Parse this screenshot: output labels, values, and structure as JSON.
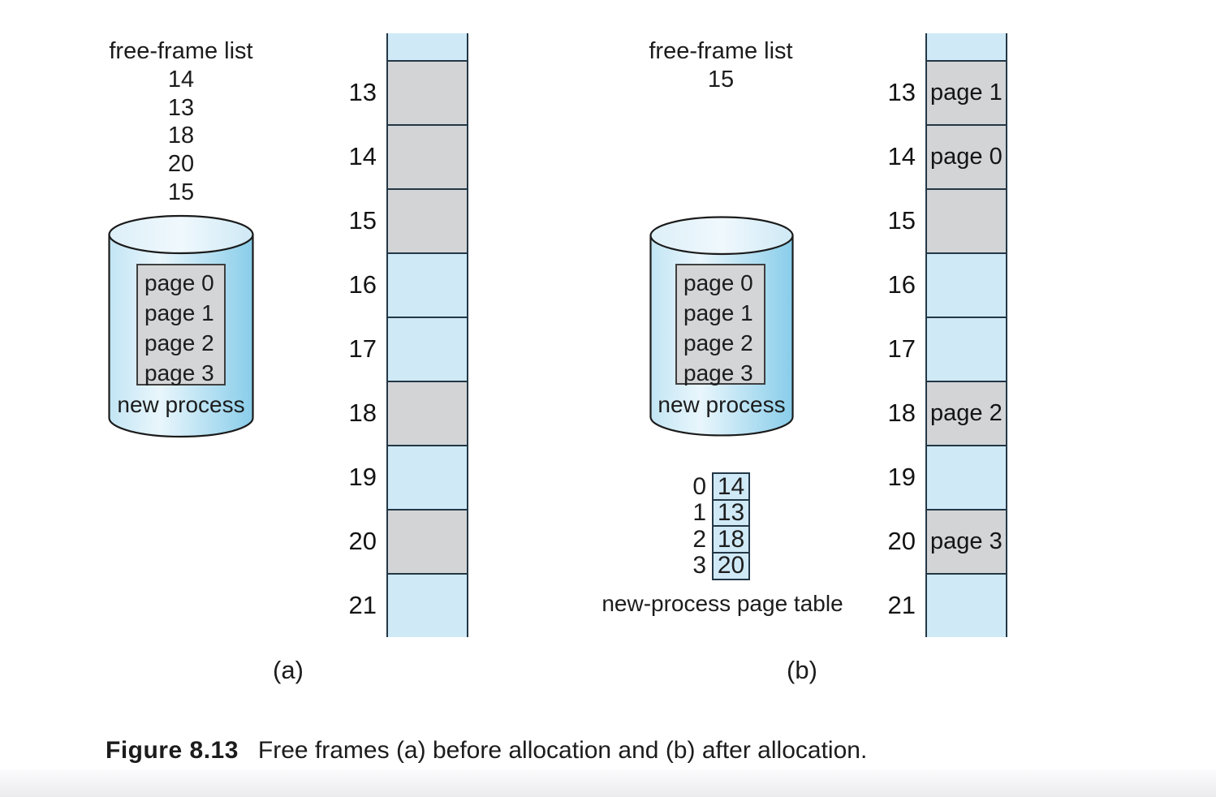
{
  "colors": {
    "frame_blue": "#cfe9f7",
    "frame_gray": "#d3d4d6",
    "frame_border": "#233746",
    "table_cell_blue": "#cfe9f7"
  },
  "panel_a": {
    "tag": "(a)",
    "free_frame_list": {
      "title": "free-frame list",
      "items": [
        "14",
        "13",
        "18",
        "20",
        "15"
      ]
    },
    "disk": {
      "pages": [
        "page 0",
        "page 1",
        "page 2",
        "page 3"
      ],
      "label": "new process"
    },
    "memory_frames": [
      {
        "number": "",
        "shade": "blue",
        "content": "",
        "partial": true
      },
      {
        "number": "13",
        "shade": "gray",
        "content": ""
      },
      {
        "number": "14",
        "shade": "gray",
        "content": ""
      },
      {
        "number": "15",
        "shade": "gray",
        "content": ""
      },
      {
        "number": "16",
        "shade": "blue",
        "content": ""
      },
      {
        "number": "17",
        "shade": "blue",
        "content": ""
      },
      {
        "number": "18",
        "shade": "gray",
        "content": ""
      },
      {
        "number": "19",
        "shade": "blue",
        "content": ""
      },
      {
        "number": "20",
        "shade": "gray",
        "content": ""
      },
      {
        "number": "21",
        "shade": "blue",
        "content": ""
      }
    ]
  },
  "panel_b": {
    "tag": "(b)",
    "free_frame_list": {
      "title": "free-frame list",
      "items": [
        "15"
      ]
    },
    "disk": {
      "pages": [
        "page 0",
        "page 1",
        "page 2",
        "page 3"
      ],
      "label": "new process"
    },
    "page_table": {
      "rows": [
        {
          "index": "0",
          "frame": "14"
        },
        {
          "index": "1",
          "frame": "13"
        },
        {
          "index": "2",
          "frame": "18"
        },
        {
          "index": "3",
          "frame": "20"
        }
      ],
      "caption": "new-process page table"
    },
    "memory_frames": [
      {
        "number": "",
        "shade": "blue",
        "content": "",
        "partial": true
      },
      {
        "number": "13",
        "shade": "gray",
        "content": "page 1"
      },
      {
        "number": "14",
        "shade": "gray",
        "content": "page 0"
      },
      {
        "number": "15",
        "shade": "gray",
        "content": ""
      },
      {
        "number": "16",
        "shade": "blue",
        "content": ""
      },
      {
        "number": "17",
        "shade": "blue",
        "content": ""
      },
      {
        "number": "18",
        "shade": "gray",
        "content": "page 2"
      },
      {
        "number": "19",
        "shade": "blue",
        "content": ""
      },
      {
        "number": "20",
        "shade": "gray",
        "content": "page 3"
      },
      {
        "number": "21",
        "shade": "blue",
        "content": ""
      }
    ]
  },
  "caption": {
    "prefix": "Figure 8.13",
    "text": "Free frames (a) before allocation and (b) after allocation."
  }
}
